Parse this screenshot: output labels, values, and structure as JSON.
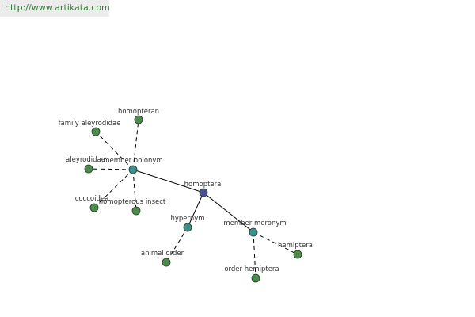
{
  "header": {
    "url": "http://www.artikata.com"
  },
  "colors": {
    "root_node": "#4b4f9a",
    "relation_node": "#3d8f8f",
    "leaf_node": "#4d8a4d",
    "node_stroke": "#1f3f1f",
    "edge": "#000000",
    "url_text": "#2e7d32",
    "url_bar_bg": "#ececec"
  },
  "diagram": {
    "root": {
      "id": "homoptera",
      "label": "homoptera"
    },
    "relations": [
      {
        "id": "member-holonym",
        "label": "member holonym"
      },
      {
        "id": "hypernym",
        "label": "hypernym"
      },
      {
        "id": "member-meronym",
        "label": "member meronym"
      }
    ],
    "leaves": [
      {
        "id": "homopteran",
        "label": "homopteran",
        "parent": "member-holonym"
      },
      {
        "id": "family-aleyrodidae",
        "label": "family aleyrodidae",
        "parent": "member-holonym"
      },
      {
        "id": "aleyrodidae",
        "label": "aleyrodidae",
        "parent": "member-holonym"
      },
      {
        "id": "coccoidea",
        "label": "coccoidea",
        "parent": "member-holonym"
      },
      {
        "id": "homopterous-insect",
        "label": "homopterous insect",
        "parent": "member-holonym"
      },
      {
        "id": "animal-order",
        "label": "animal order",
        "parent": "hypernym"
      },
      {
        "id": "order-hemiptera",
        "label": "order hemiptera",
        "parent": "member-meronym"
      },
      {
        "id": "hemiptera",
        "label": "hemiptera",
        "parent": "member-meronym"
      }
    ]
  }
}
